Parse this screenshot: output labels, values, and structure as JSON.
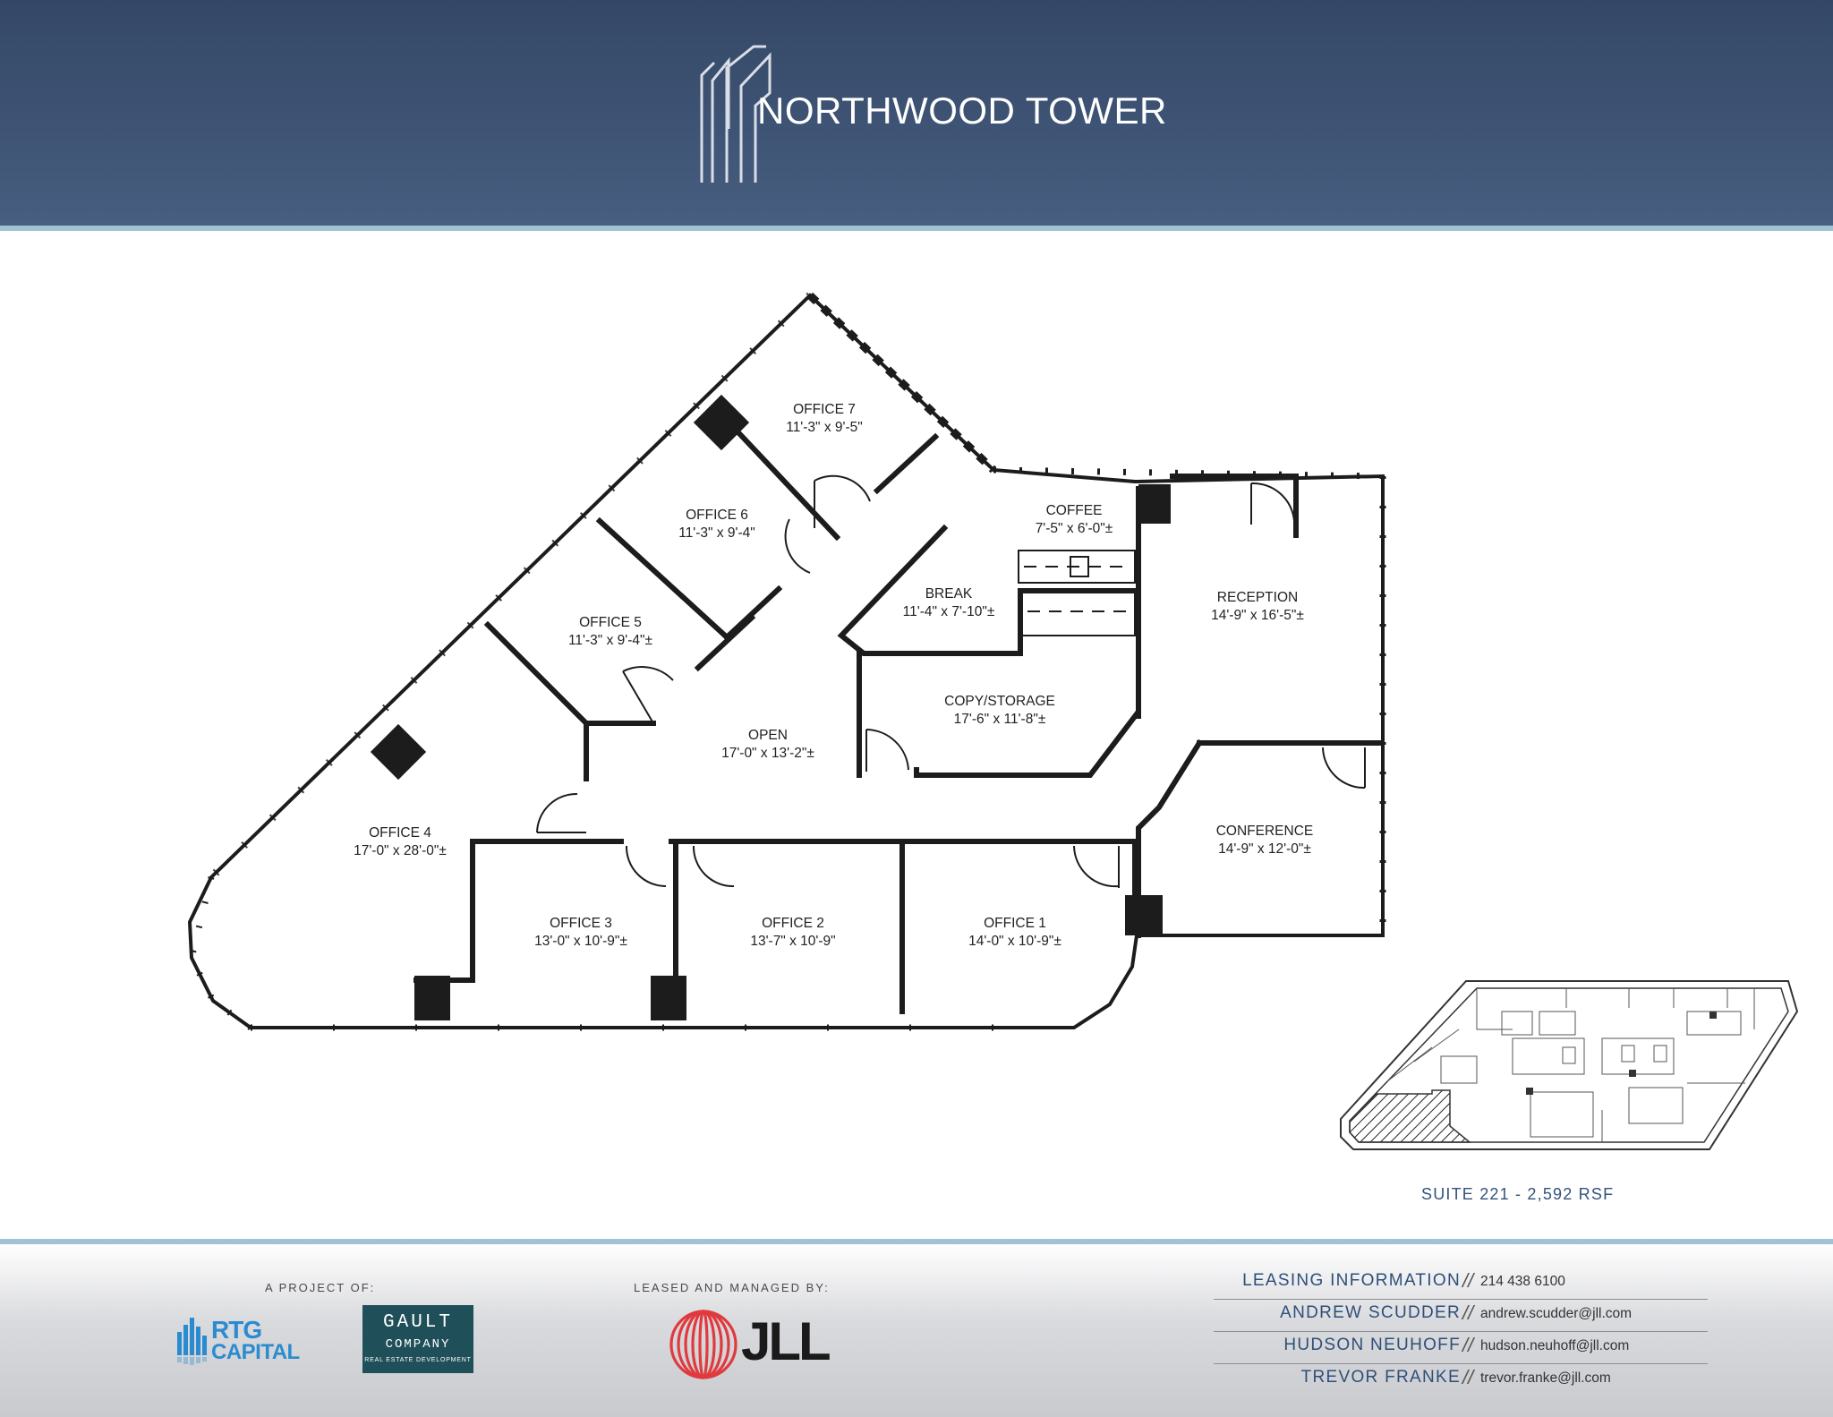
{
  "header": {
    "title": "NORTHWOOD TOWER"
  },
  "plan": {
    "rooms": [
      {
        "name": "OFFICE 7",
        "size": "11'-3\" x 9'-5\""
      },
      {
        "name": "OFFICE 6",
        "size": "11'-3\" x 9'-4\""
      },
      {
        "name": "OFFICE 5",
        "size": "11'-3\" x 9'-4\"±"
      },
      {
        "name": "COFFEE",
        "size": "7'-5\" x 6'-0\"±"
      },
      {
        "name": "BREAK",
        "size": "11'-4\" x 7'-10\"±"
      },
      {
        "name": "COPY/STORAGE",
        "size": "17'-6\" x 11'-8\"±"
      },
      {
        "name": "RECEPTION",
        "size": "14'-9\" x 16'-5\"±"
      },
      {
        "name": "OPEN",
        "size": "17'-0\" x 13'-2\"±"
      },
      {
        "name": "OFFICE 4",
        "size": "17'-0\" x 28'-0\"±"
      },
      {
        "name": "CONFERENCE",
        "size": "14'-9\" x 12'-0\"±"
      },
      {
        "name": "OFFICE 3",
        "size": "13'-0\" x 10'-9\"±"
      },
      {
        "name": "OFFICE 2",
        "size": "13'-7\" x 10'-9\""
      },
      {
        "name": "OFFICE 1",
        "size": "14'-0\" x 10'-9\"±"
      }
    ],
    "suite": "SUITE 221 - 2,592 RSF"
  },
  "footer": {
    "project_label": "A PROJECT OF:",
    "leased_label": "LEASED AND MANAGED BY:",
    "rtg": {
      "name": "RTG",
      "sub": "CAPITAL"
    },
    "gault": {
      "name": "GAULT",
      "company": "COMPANY",
      "tagline": "REAL ESTATE DEVELOPMENT"
    },
    "jll": "JLL",
    "contacts": [
      {
        "label": "LEASING INFORMATION",
        "value": "214 438 6100"
      },
      {
        "label": "ANDREW SCUDDER",
        "value": "andrew.scudder@jll.com"
      },
      {
        "label": "HUDSON NEUHOFF",
        "value": "hudson.neuhoff@jll.com"
      },
      {
        "label": "TREVOR FRANKE",
        "value": "trevor.franke@jll.com"
      }
    ]
  },
  "colors": {
    "header_bg": "#3e5273",
    "accent_stripe": "#9fc3d3",
    "contact_name": "#2d4f79",
    "rtg_blue": "#2a8bd0",
    "gault_bg": "#1f4f58",
    "jll_red": "#e03a3e"
  }
}
